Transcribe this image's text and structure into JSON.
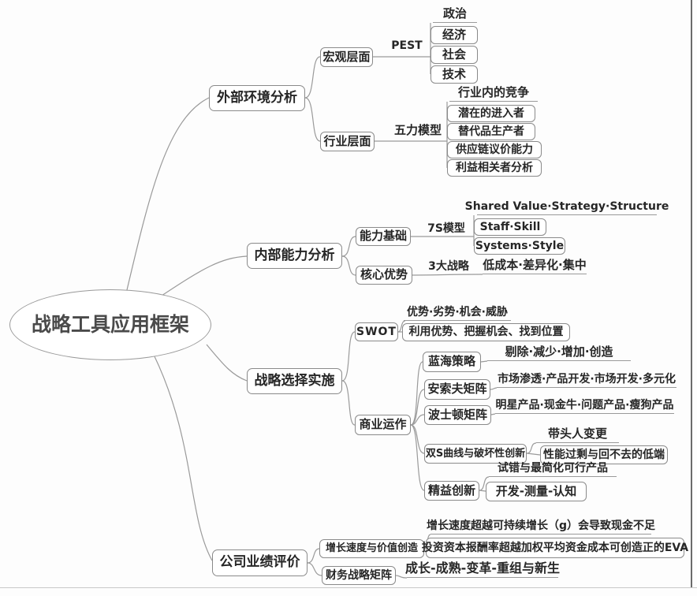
{
  "colors": {
    "line": "#9a9a9a",
    "border": "#8a8a8a",
    "text": "#262626",
    "root_text": "#4a4a4a",
    "background": "#fdfdfd",
    "frame_right": "#6b6b6b",
    "frame_bottom": "#c9c9c9"
  },
  "root_label": "战略工具应用框架",
  "branches": [
    {
      "label": "外部环境分析",
      "children": [
        {
          "label": "宏观层面",
          "connector": "PEST",
          "leaves": [
            "政治",
            "经济",
            "社会",
            "技术"
          ]
        },
        {
          "label": "行业层面",
          "connector": "五力模型",
          "leaves": [
            "行业内的竞争",
            "潜在的进入者",
            "替代品生产者",
            "供应链议价能力",
            "利益相关者分析"
          ]
        }
      ]
    },
    {
      "label": "内部能力分析",
      "children": [
        {
          "label": "能力基础",
          "connector": "7S模型",
          "leaves": [
            "Shared Value·Strategy·Structure",
            "Staff·Skill",
            "Systems·Style"
          ]
        },
        {
          "label": "核心优势",
          "connector": "3大战略",
          "leaves": [
            "低成本·差异化·集中"
          ]
        }
      ]
    },
    {
      "label": "战略选择实施",
      "children": [
        {
          "label": "SWOT",
          "leaves": [
            "优势·劣势·机会·威胁",
            "利用优势、把握机会、找到位置"
          ]
        },
        {
          "label": "商业运作",
          "children": [
            {
              "label": "蓝海策略",
              "leaves": [
                "剔除·减少·增加·创造"
              ]
            },
            {
              "label": "安索夫矩阵",
              "leaves": [
                "市场渗透·产品开发·市场开发·多元化"
              ]
            },
            {
              "label": "波士顿矩阵",
              "leaves": [
                "明星产品·现金牛·问题产品·瘦狗产品"
              ]
            },
            {
              "label": "双S曲线与破坏性创新",
              "leaves": [
                "带头人变更",
                "性能过剩与回不去的低端"
              ]
            },
            {
              "label": "精益创新",
              "leaves": [
                "试错与最简化可行产品",
                "开发-测量-认知"
              ]
            }
          ]
        }
      ]
    },
    {
      "label": "公司业绩评价",
      "children": [
        {
          "label": "增长速度与价值创造",
          "leaves": [
            "增长速度超越可持续增长（g）会导致现金不足",
            "投资资本报酬率超越加权平均资金成本可创造正的EVA"
          ]
        },
        {
          "label": "财务战略矩阵",
          "leaves": [
            "成长-成熟-变革-重组与新生"
          ]
        }
      ]
    }
  ]
}
